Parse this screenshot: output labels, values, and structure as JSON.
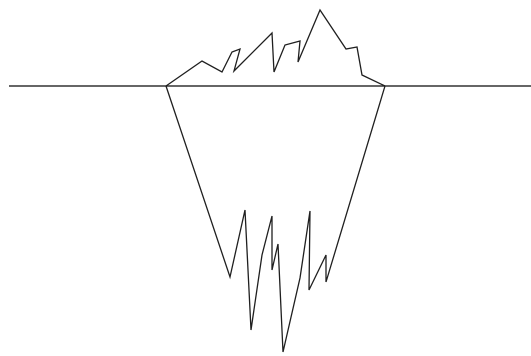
{
  "diagram": {
    "subject": "iceberg-line-drawing",
    "parts": [
      "waterline",
      "tip-above-water",
      "mass-below-water"
    ],
    "colors": {
      "background": "#ffffff",
      "line": "#1f1f1f",
      "waterline": "#333333"
    }
  }
}
